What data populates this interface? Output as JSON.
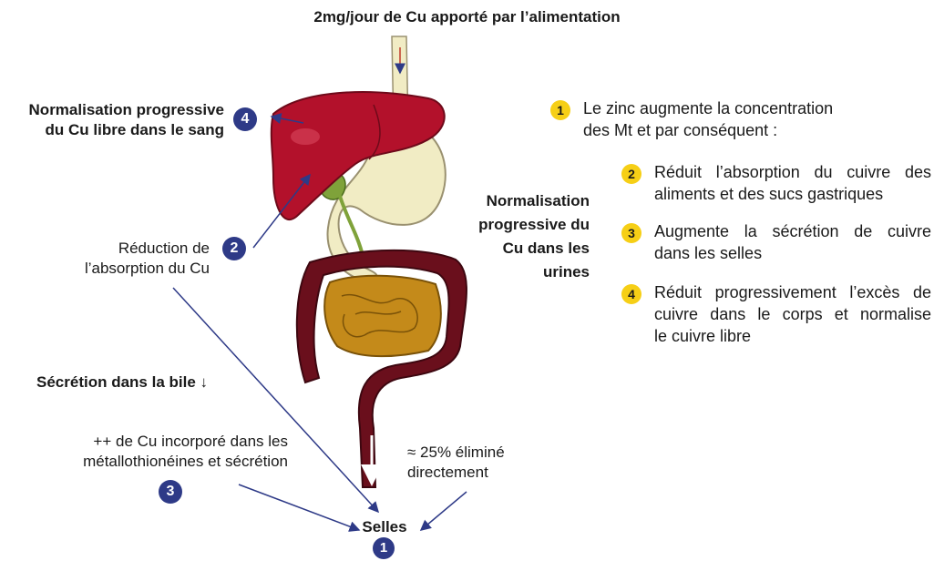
{
  "title": "2mg/jour de Cu apporté par l’alimentation",
  "left": {
    "blood_label": [
      "Normalisation progressive",
      "du Cu libre dans le sang"
    ],
    "absorption_label": [
      "Réduction de",
      "l’absorption du Cu"
    ],
    "bile_label": "Sécrétion dans la bile ↓",
    "metallo_label": [
      "++ de Cu incorporé dans les",
      "métallothionéines et sécrétion"
    ]
  },
  "center": {
    "urine_label": [
      "Normalisation",
      "progressive du",
      "Cu dans les",
      "urines"
    ],
    "eliminated_label": [
      "≈ 25% éliminé",
      "directement"
    ],
    "stool_label": "Selles"
  },
  "badges": {
    "blood": "4",
    "absorption": "2",
    "metallo": "3",
    "stool": "1"
  },
  "right": {
    "intro": {
      "number": "1",
      "lines": [
        "Le zinc augmente la concentration",
        "des Mt et par conséquent :"
      ]
    },
    "items": [
      {
        "number": "2",
        "lines": [
          "Réduit l’absorption du cuivre des",
          "aliments et des sucs gastriques"
        ]
      },
      {
        "number": "3",
        "lines": [
          "Augmente la sécrétion de cuivre",
          "dans les selles"
        ]
      },
      {
        "number": "4",
        "lines": [
          "Réduit progressivement l’excès de",
          "cuivre dans le corps et normalise",
          "le cuivre libre"
        ]
      }
    ]
  },
  "colors": {
    "navy": "#2e3a87",
    "yellow": "#f6cf16",
    "liver": "#b3112b",
    "colon": "#6a0f1c",
    "small_intestine": "#c48a1a",
    "stomach": "#f1ecc4",
    "arrow": "#2e3a87"
  }
}
